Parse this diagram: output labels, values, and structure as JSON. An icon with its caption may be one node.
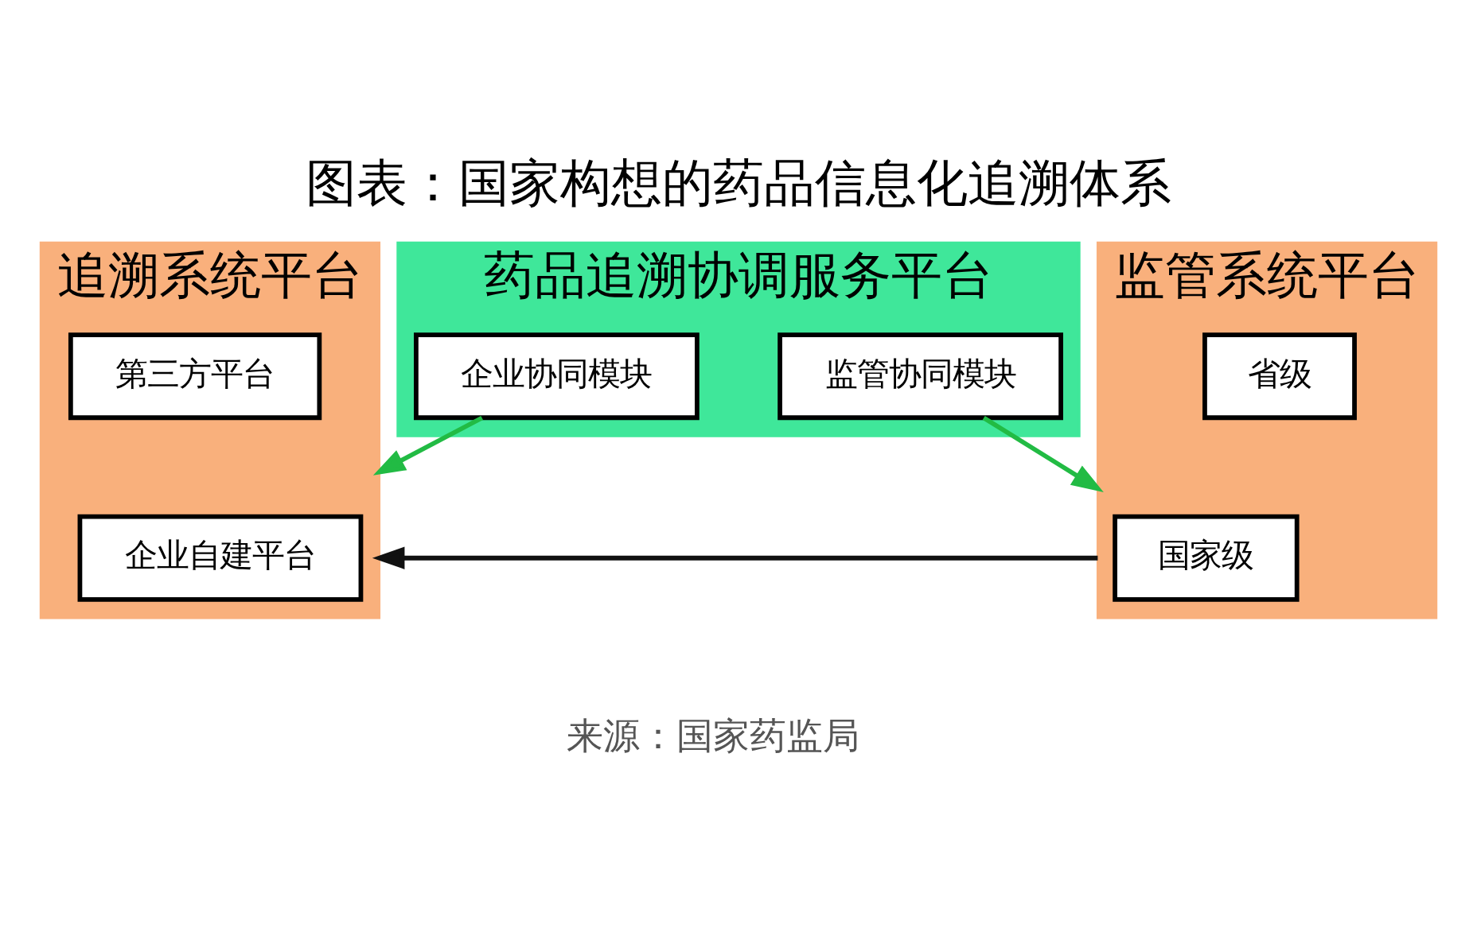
{
  "diagram": {
    "title": "图表：国家构想的药品信息化追溯体系",
    "caption": "来源：国家药监局",
    "nodes": [
      {
        "text": [
          "药品追溯协调服务平台"
        ]
      },
      {
        "text": [
          "企业协同模块"
        ],
        "in": 0
      },
      {
        "text": [
          "监管协同模块"
        ],
        "in": 0
      },
      {
        "text": [
          "追溯系统平台"
        ]
      },
      {
        "text": [
          "企业自建平台"
        ],
        "in": 3
      },
      {
        "text": [
          "第三方平台"
        ],
        "in": 3
      },
      {
        "text": [
          "监管系统平台"
        ]
      },
      {
        "text": [
          "国家级"
        ],
        "in": 6
      },
      {
        "text": [
          "省级"
        ],
        "in": 6
      }
    ],
    "edges": [
      {
        "from": 1,
        "to": 3,
        "arrow": "to"
      },
      {
        "from": 2,
        "to": 6,
        "arrow": "to"
      },
      {
        "from": 6,
        "to": 3,
        "arrow": "to",
        "color": "#111111"
      }
    ]
  }
}
